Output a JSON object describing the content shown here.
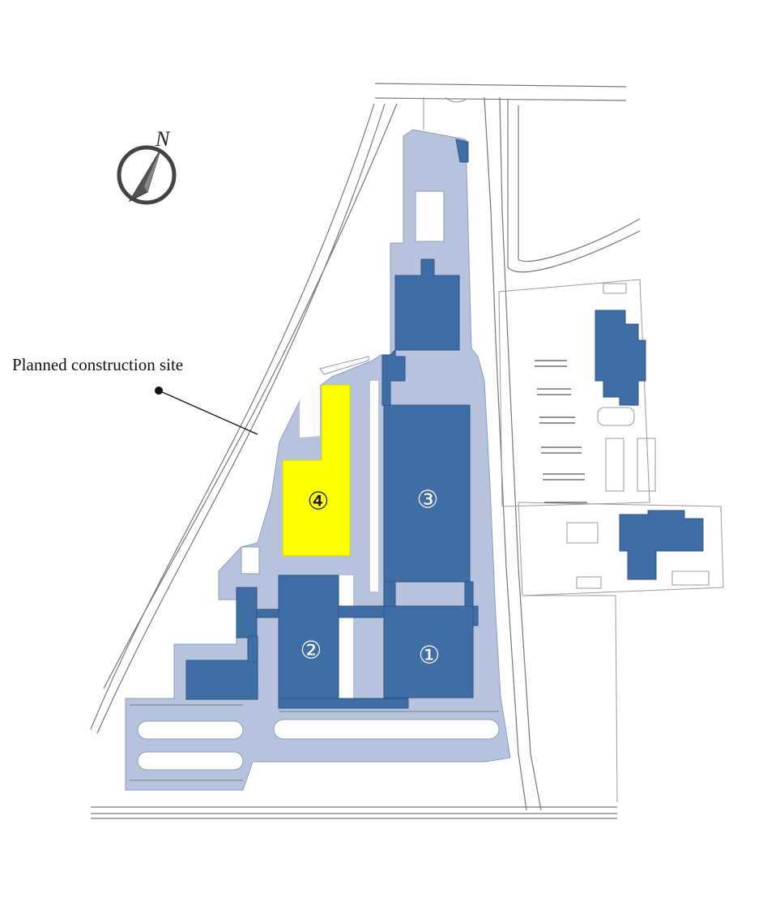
{
  "compass": {
    "letter": "N"
  },
  "annotation": {
    "label": "Planned construction site"
  },
  "buildings": [
    {
      "id": "building-1",
      "label": "①"
    },
    {
      "id": "building-2",
      "label": "②"
    },
    {
      "id": "building-3",
      "label": "③"
    },
    {
      "id": "building-4",
      "label": "④"
    }
  ],
  "colors": {
    "building": "#3f6da6",
    "site_ground": "#b7c3dc",
    "planned_site": "#ffff00",
    "road_lines": "#777777"
  }
}
